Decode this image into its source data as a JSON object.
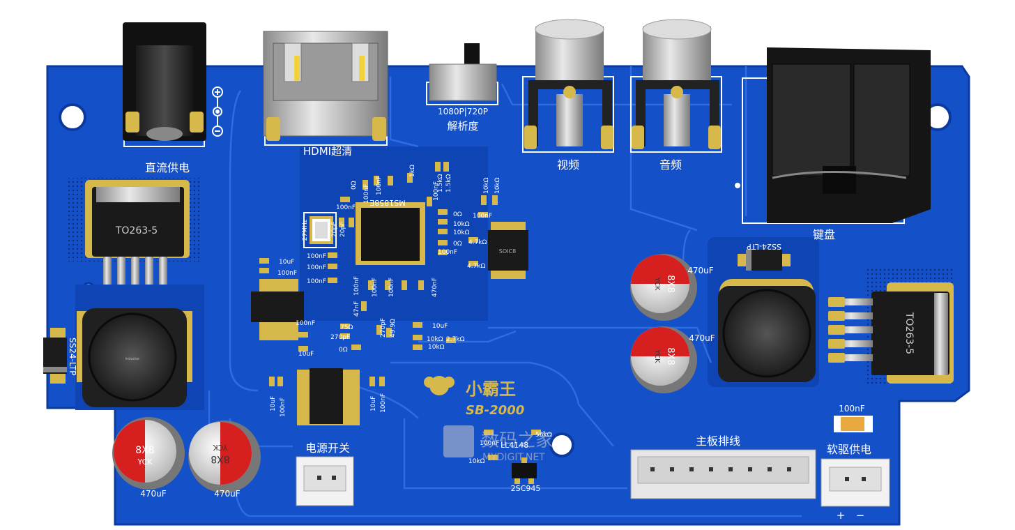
{
  "board": {
    "colors": {
      "pcb": "#1450c8",
      "pcb_dark": "#0d3aa0",
      "trace": "#2f6de0",
      "pad": "#d7b84a",
      "silk": "#ffffff",
      "cap_red": "#d62020"
    }
  },
  "labels": {
    "dc_power": "直流供电",
    "hdmi": "HDMI超清",
    "resolution_switch": "1080P|720P",
    "resolution": "解析度",
    "video": "视频",
    "audio": "音频",
    "keyboard": "键盘",
    "power_switch": "电源开关",
    "mainboard_cable": "主板排线",
    "floppy_power": "软驱供电",
    "plus": "+",
    "minus": "−",
    "brand": "小霸王",
    "model": "SB-2000",
    "watermark": "数码之家",
    "watermark_url": "MYDIGIT.NET"
  },
  "components": {
    "reg_left": "TO263-5",
    "reg_right": "TO263-5",
    "diode_left": "SS24-LTP",
    "diode_right": "SS24-LTP",
    "chip_main": "MS1858E",
    "chip_soic": "SOIC8",
    "crystal": "27MHz",
    "cap_size": "8X8",
    "cap_brand": "YCK",
    "cap_value": "470uF",
    "diode_small": "LL4148",
    "transistor": "2SC945",
    "floppy_cap": "100nF"
  },
  "passives": {
    "top": [
      "100nF",
      "0Ω",
      "100nF",
      "1kΩ",
      "1.5kΩ",
      "1.5kΩ",
      "100nF",
      "10kΩ",
      "10kΩ"
    ],
    "right": [
      "0Ω",
      "10kΩ",
      "10kΩ",
      "0Ω",
      "100nF",
      "4.7kΩ",
      "4.7kΩ",
      "100nF"
    ],
    "left": [
      "100nF",
      "20pF",
      "20pF",
      "100nF",
      "100nF",
      "100nF",
      "10uF",
      "100nF"
    ],
    "bottom": [
      "100nF",
      "100nF",
      "100nF",
      "470nF",
      "47nF",
      "75Ω",
      "270pF",
      "0Ω",
      "270pF",
      "49.9Ω",
      "10uF",
      "10kΩ",
      "10kΩ",
      "2.7kΩ",
      "100nF",
      "10uF",
      "10uF",
      "100nF",
      "10uF",
      "100nF",
      "100nF",
      "10kΩ",
      "56kΩ"
    ]
  }
}
